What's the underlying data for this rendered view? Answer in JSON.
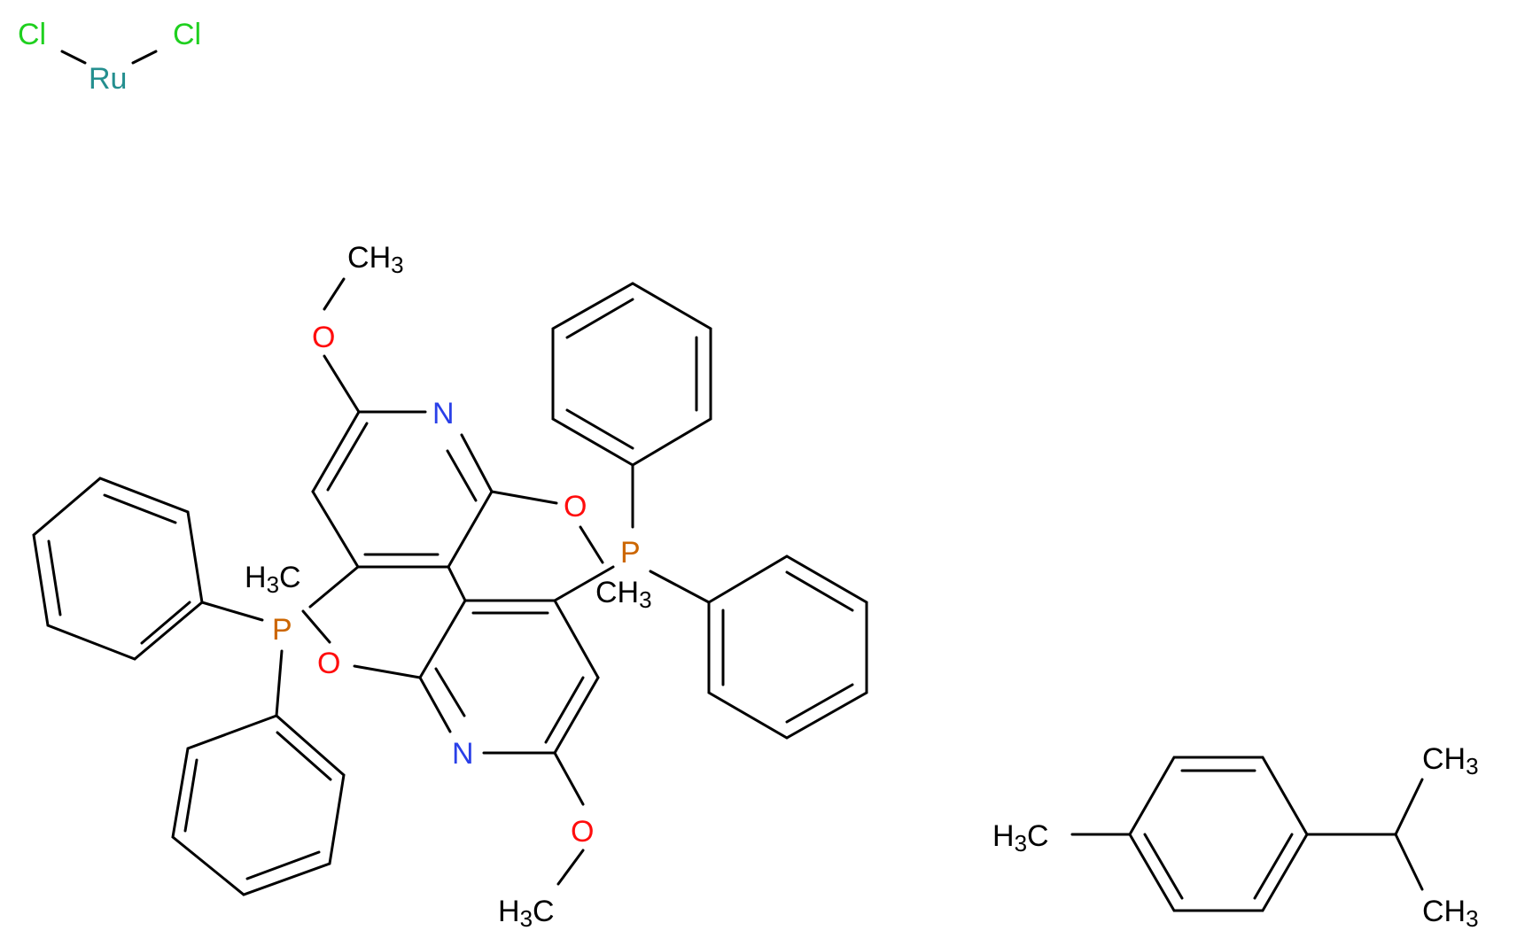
{
  "colors": {
    "carbon_bond": "#000000",
    "chlorine": "#1fd01f",
    "ruthenium": "#248f8f",
    "nitrogen": "#2a40e8",
    "oxygen": "#ff0d0d",
    "phosphorus": "#cc6600"
  },
  "ruthenium_complex": {
    "metal": "Ru",
    "ligand_1": "Cl",
    "ligand_2": "Cl"
  },
  "bipyridine_ligand": {
    "top_methoxy_methyl": "CH3",
    "top_methoxy_oxygen": "O",
    "top_ring_nitrogen": "N",
    "upper_ether_oxygen": "O",
    "upper_ether_methyl": "CH3",
    "left_phosphorus": "P",
    "left_ether_methyl": "H3C",
    "left_ether_oxygen": "O",
    "right_phosphorus": "P",
    "bottom_ring_nitrogen": "N",
    "bottom_methoxy_oxygen": "O",
    "bottom_methoxy_methyl": "H3C"
  },
  "cymene": {
    "methyl_label": "H3C",
    "isopropyl_methyl_top": "CH3",
    "isopropyl_methyl_bottom": "CH3"
  }
}
